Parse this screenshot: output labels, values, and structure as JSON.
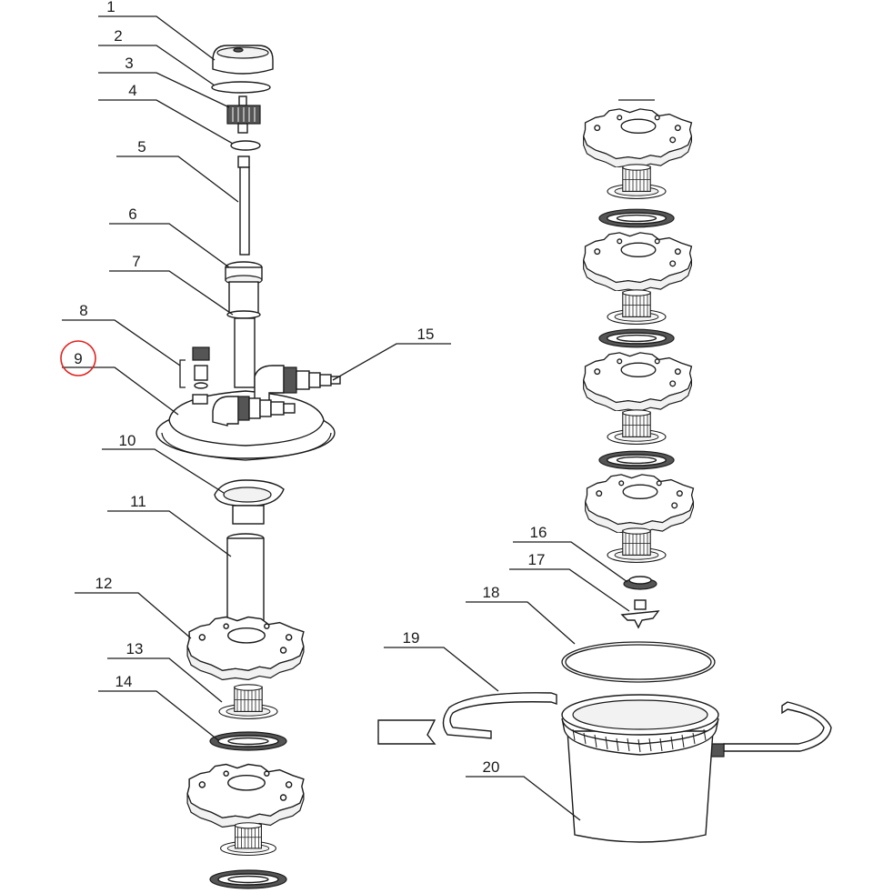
{
  "labels": [
    {
      "num": "1"
    },
    {
      "num": "2"
    },
    {
      "num": "3"
    },
    {
      "num": "4"
    },
    {
      "num": "5"
    },
    {
      "num": "6"
    },
    {
      "num": "7"
    },
    {
      "num": "8"
    },
    {
      "num": "9"
    },
    {
      "num": "10"
    },
    {
      "num": "11"
    },
    {
      "num": "12"
    },
    {
      "num": "13"
    },
    {
      "num": "14"
    },
    {
      "num": "15"
    },
    {
      "num": "16"
    },
    {
      "num": "17"
    },
    {
      "num": "18"
    },
    {
      "num": "19"
    },
    {
      "num": "20"
    }
  ],
  "highlight": {
    "label_index": 8,
    "color": "#e0231f"
  },
  "colors": {
    "line": "#1a1a1a",
    "part_fill": "#ffffff",
    "shade": "#f2f2f2"
  }
}
